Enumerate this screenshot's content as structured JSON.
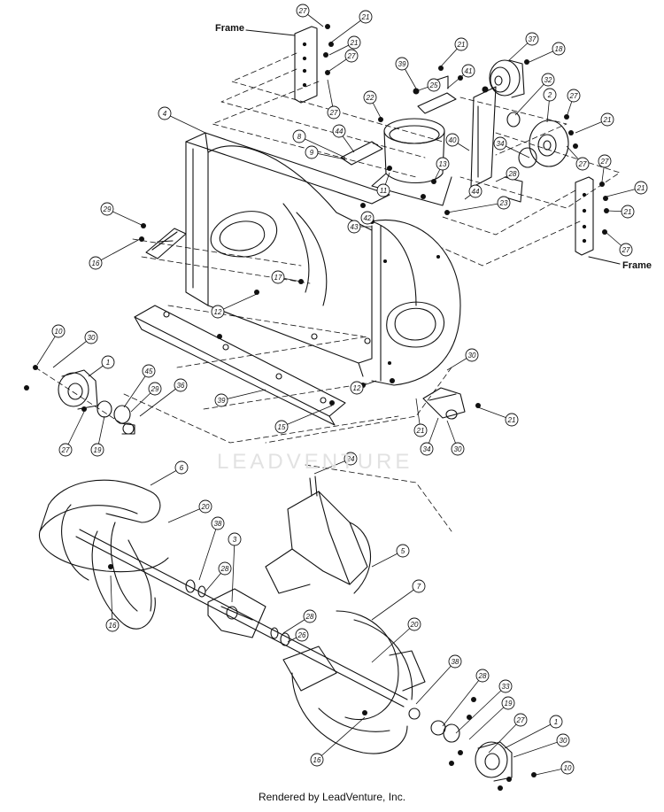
{
  "frame_label_top": "Frame",
  "frame_label_right": "Frame",
  "watermark": "LEADVENTURE",
  "footer": "Rendered by LeadVenture, Inc.",
  "callouts": [
    {
      "n": "27"
    },
    {
      "n": "21"
    },
    {
      "n": "21"
    },
    {
      "n": "27"
    },
    {
      "n": "27"
    },
    {
      "n": "21"
    },
    {
      "n": "39"
    },
    {
      "n": "41"
    },
    {
      "n": "25"
    },
    {
      "n": "22"
    },
    {
      "n": "4"
    },
    {
      "n": "44"
    },
    {
      "n": "8"
    },
    {
      "n": "9"
    },
    {
      "n": "40"
    },
    {
      "n": "37"
    },
    {
      "n": "18"
    },
    {
      "n": "32"
    },
    {
      "n": "2"
    },
    {
      "n": "27"
    },
    {
      "n": "21"
    },
    {
      "n": "34"
    },
    {
      "n": "27"
    },
    {
      "n": "13"
    },
    {
      "n": "11"
    },
    {
      "n": "28"
    },
    {
      "n": "23"
    },
    {
      "n": "44"
    },
    {
      "n": "42"
    },
    {
      "n": "43"
    },
    {
      "n": "27"
    },
    {
      "n": "21"
    },
    {
      "n": "27"
    },
    {
      "n": "21"
    },
    {
      "n": "16"
    },
    {
      "n": "29"
    },
    {
      "n": "17"
    },
    {
      "n": "12"
    },
    {
      "n": "10"
    },
    {
      "n": "30"
    },
    {
      "n": "1"
    },
    {
      "n": "45"
    },
    {
      "n": "29"
    },
    {
      "n": "36"
    },
    {
      "n": "27"
    },
    {
      "n": "19"
    },
    {
      "n": "39"
    },
    {
      "n": "15"
    },
    {
      "n": "30"
    },
    {
      "n": "12"
    },
    {
      "n": "21"
    },
    {
      "n": "21"
    },
    {
      "n": "34"
    },
    {
      "n": "30"
    },
    {
      "n": "24"
    },
    {
      "n": "6"
    },
    {
      "n": "20"
    },
    {
      "n": "38"
    },
    {
      "n": "3"
    },
    {
      "n": "28"
    },
    {
      "n": "5"
    },
    {
      "n": "16"
    },
    {
      "n": "28"
    },
    {
      "n": "7"
    },
    {
      "n": "26"
    },
    {
      "n": "20"
    },
    {
      "n": "38"
    },
    {
      "n": "28"
    },
    {
      "n": "33"
    },
    {
      "n": "19"
    },
    {
      "n": "27"
    },
    {
      "n": "1"
    },
    {
      "n": "30"
    },
    {
      "n": "10"
    },
    {
      "n": "16"
    }
  ]
}
